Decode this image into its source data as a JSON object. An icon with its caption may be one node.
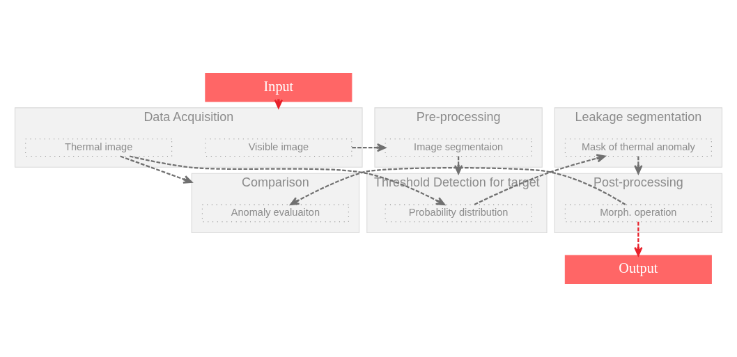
{
  "diagram": {
    "nodes": [
      {
        "text": [
          "Input"
        ]
      },
      {
        "text": [
          "Data Acquisition"
        ]
      },
      {
        "text": [
          "Visible image"
        ],
        "in": 1
      },
      {
        "text": [
          "Thermal image"
        ],
        "in": 1
      },
      {
        "text": [
          "Pre-processing"
        ]
      },
      {
        "text": [
          "Image segmentaion"
        ],
        "in": 4
      },
      {
        "text": [
          "Leakage segmentation"
        ]
      },
      {
        "text": [
          "Mask of thermal anomaly"
        ],
        "in": 6
      },
      {
        "text": [
          "Comparison"
        ]
      },
      {
        "text": [
          "Anomaly evaluaiton"
        ],
        "in": 8
      },
      {
        "text": [
          "Threshold Detection for target"
        ]
      },
      {
        "text": [
          "Probability distribution"
        ],
        "in": 10
      },
      {
        "text": [
          "Post-processing"
        ]
      },
      {
        "text": [
          "Morph. operation"
        ],
        "in": 12
      },
      {
        "text": [
          "Output"
        ]
      }
    ],
    "edges": [
      {
        "from": 0,
        "to": 1,
        "arrow": "to",
        "style": "dashed",
        "color": "#e8202a"
      },
      {
        "from": 2,
        "to": 5,
        "arrow": "to",
        "style": "dashed"
      },
      {
        "from": 3,
        "to": 8,
        "arrow": "to",
        "style": "dashed"
      },
      {
        "from": 3,
        "to": 11,
        "arrow": "to",
        "style": "dashed"
      },
      {
        "from": 5,
        "to": 10,
        "arrow": "to",
        "style": "dashed"
      },
      {
        "from": 11,
        "to": 7,
        "arrow": "to",
        "style": "dashed"
      },
      {
        "from": 7,
        "to": 12,
        "arrow": "to",
        "style": "dashed"
      },
      {
        "from": 13,
        "to": 14,
        "arrow": "to",
        "style": "dashed",
        "color": "#e8202a"
      },
      {
        "from": 13,
        "to": 9,
        "arrow": "to",
        "style": "dashed"
      }
    ]
  }
}
